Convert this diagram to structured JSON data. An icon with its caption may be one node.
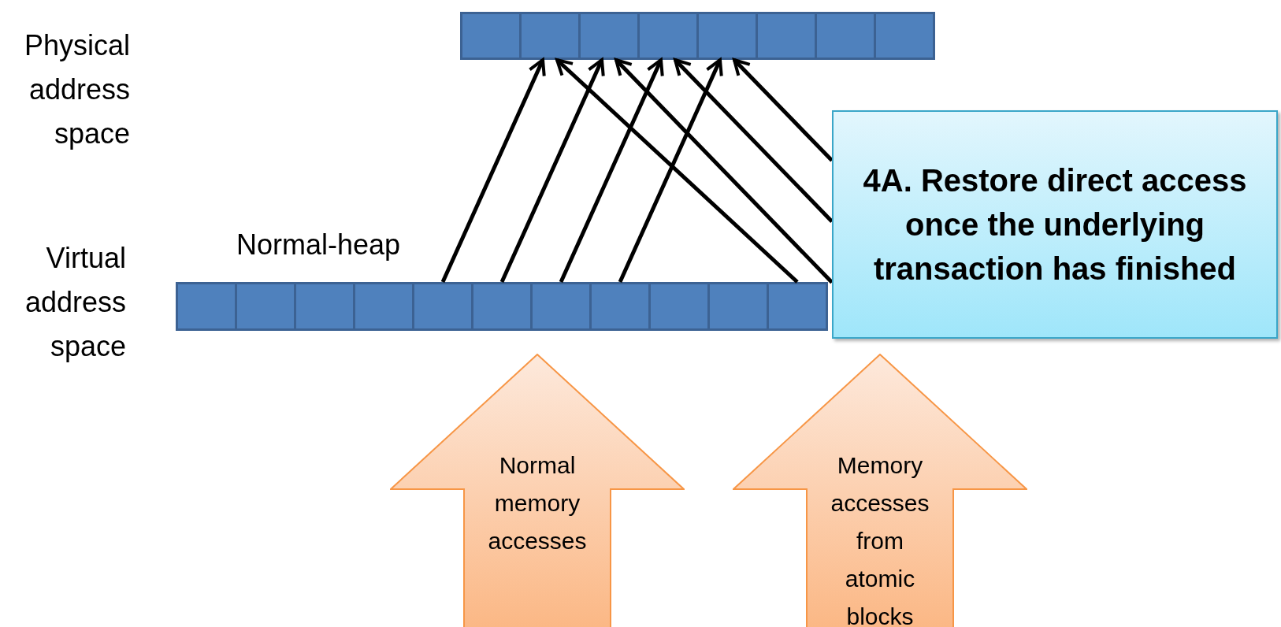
{
  "diagram": {
    "nodes": [
      {
        "text": [],
        "shape": "box"
      },
      {
        "text": [],
        "shape": "box"
      },
      {
        "text": [],
        "shape": "box"
      },
      {
        "text": [],
        "shape": "box"
      },
      {
        "text": [],
        "shape": "box"
      },
      {
        "text": [],
        "shape": "box"
      },
      {
        "text": [],
        "shape": "box"
      },
      {
        "text": [],
        "shape": "box"
      },
      {
        "text": [],
        "shape": "box"
      },
      {
        "text": [],
        "shape": "box"
      },
      {
        "text": [],
        "shape": "box"
      },
      {
        "text": [],
        "shape": "box"
      },
      {
        "text": [],
        "shape": "box"
      },
      {
        "text": [],
        "shape": "box"
      },
      {
        "text": [],
        "shape": "box"
      },
      {
        "text": [],
        "shape": "box"
      },
      {
        "text": [],
        "shape": "box"
      },
      {
        "text": [],
        "shape": "box"
      },
      {
        "text": [],
        "shape": "box"
      },
      {
        "text": [
          "4A. Restore direct access once the underlying transaction has finished"
        ]
      },
      {
        "text": [
          "Normal memory accesses"
        ]
      },
      {
        "text": [
          "Memory accesses from atomic blocks"
        ]
      }
    ],
    "edges": [
      {
        "from": 12,
        "to": 1,
        "arrow": "to"
      },
      {
        "from": 13,
        "to": 2,
        "arrow": "to"
      },
      {
        "from": 14,
        "to": 3,
        "arrow": "to"
      },
      {
        "from": 15,
        "to": 4,
        "arrow": "to"
      },
      {
        "from": 18,
        "to": 1,
        "arrow": "to"
      },
      {
        "from": 19,
        "to": 2,
        "arrow": "to"
      },
      {
        "from": 19,
        "to": 3,
        "arrow": "to"
      },
      {
        "from": 19,
        "to": 4,
        "arrow": "to"
      }
    ],
    "labels": [
      "Physical address space",
      "Virtual address space",
      "Normal-heap"
    ]
  }
}
